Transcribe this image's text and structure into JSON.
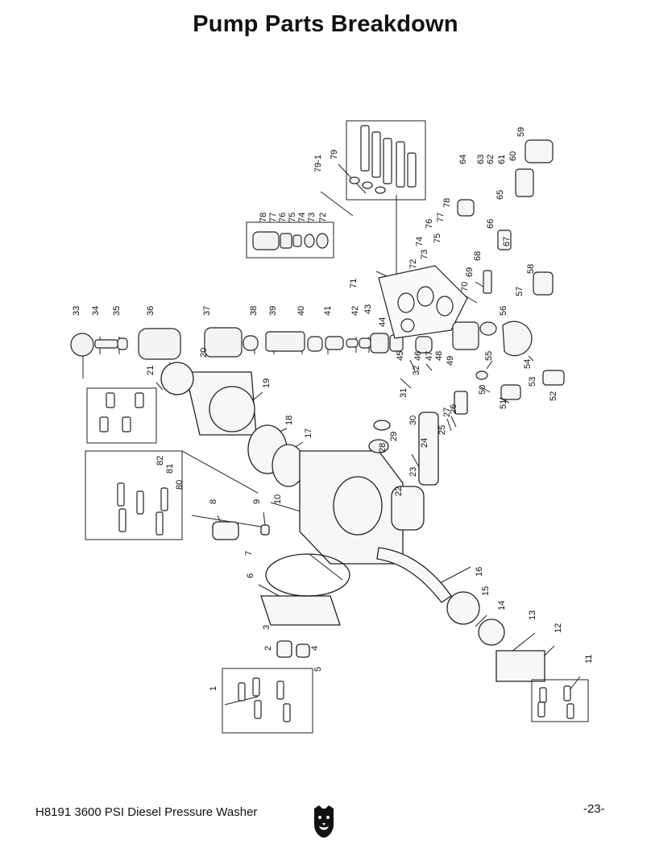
{
  "page": {
    "title": "Pump Parts Breakdown",
    "footer_left": "H8191 3600 PSI Diesel Pressure Washer",
    "page_number": "-23-"
  },
  "callouts": {
    "a": [
      "33",
      "34",
      "35",
      "36",
      "37",
      "38",
      "39",
      "40",
      "41",
      "42",
      "43",
      "44",
      "45",
      "46",
      "47",
      "48",
      "49",
      "50",
      "51",
      "52",
      "53",
      "54",
      "55",
      "56",
      "57",
      "58"
    ],
    "b": [
      "59",
      "60",
      "61",
      "62",
      "63",
      "64",
      "65",
      "66",
      "67",
      "68",
      "69",
      "70",
      "71",
      "72",
      "73",
      "74",
      "75",
      "76",
      "77",
      "78",
      "79",
      "79-1"
    ],
    "c": [
      "78",
      "77",
      "76",
      "75",
      "74",
      "73",
      "72"
    ],
    "d": [
      "31",
      "32",
      "27",
      "26",
      "25",
      "24",
      "23",
      "22",
      "21",
      "20",
      "19",
      "18",
      "17",
      "16",
      "15",
      "14",
      "13",
      "12",
      "11",
      "10",
      "9",
      "8",
      "7",
      "6",
      "5",
      "4",
      "3",
      "2",
      "1",
      "28",
      "29",
      "30",
      "80",
      "81",
      "82"
    ]
  }
}
